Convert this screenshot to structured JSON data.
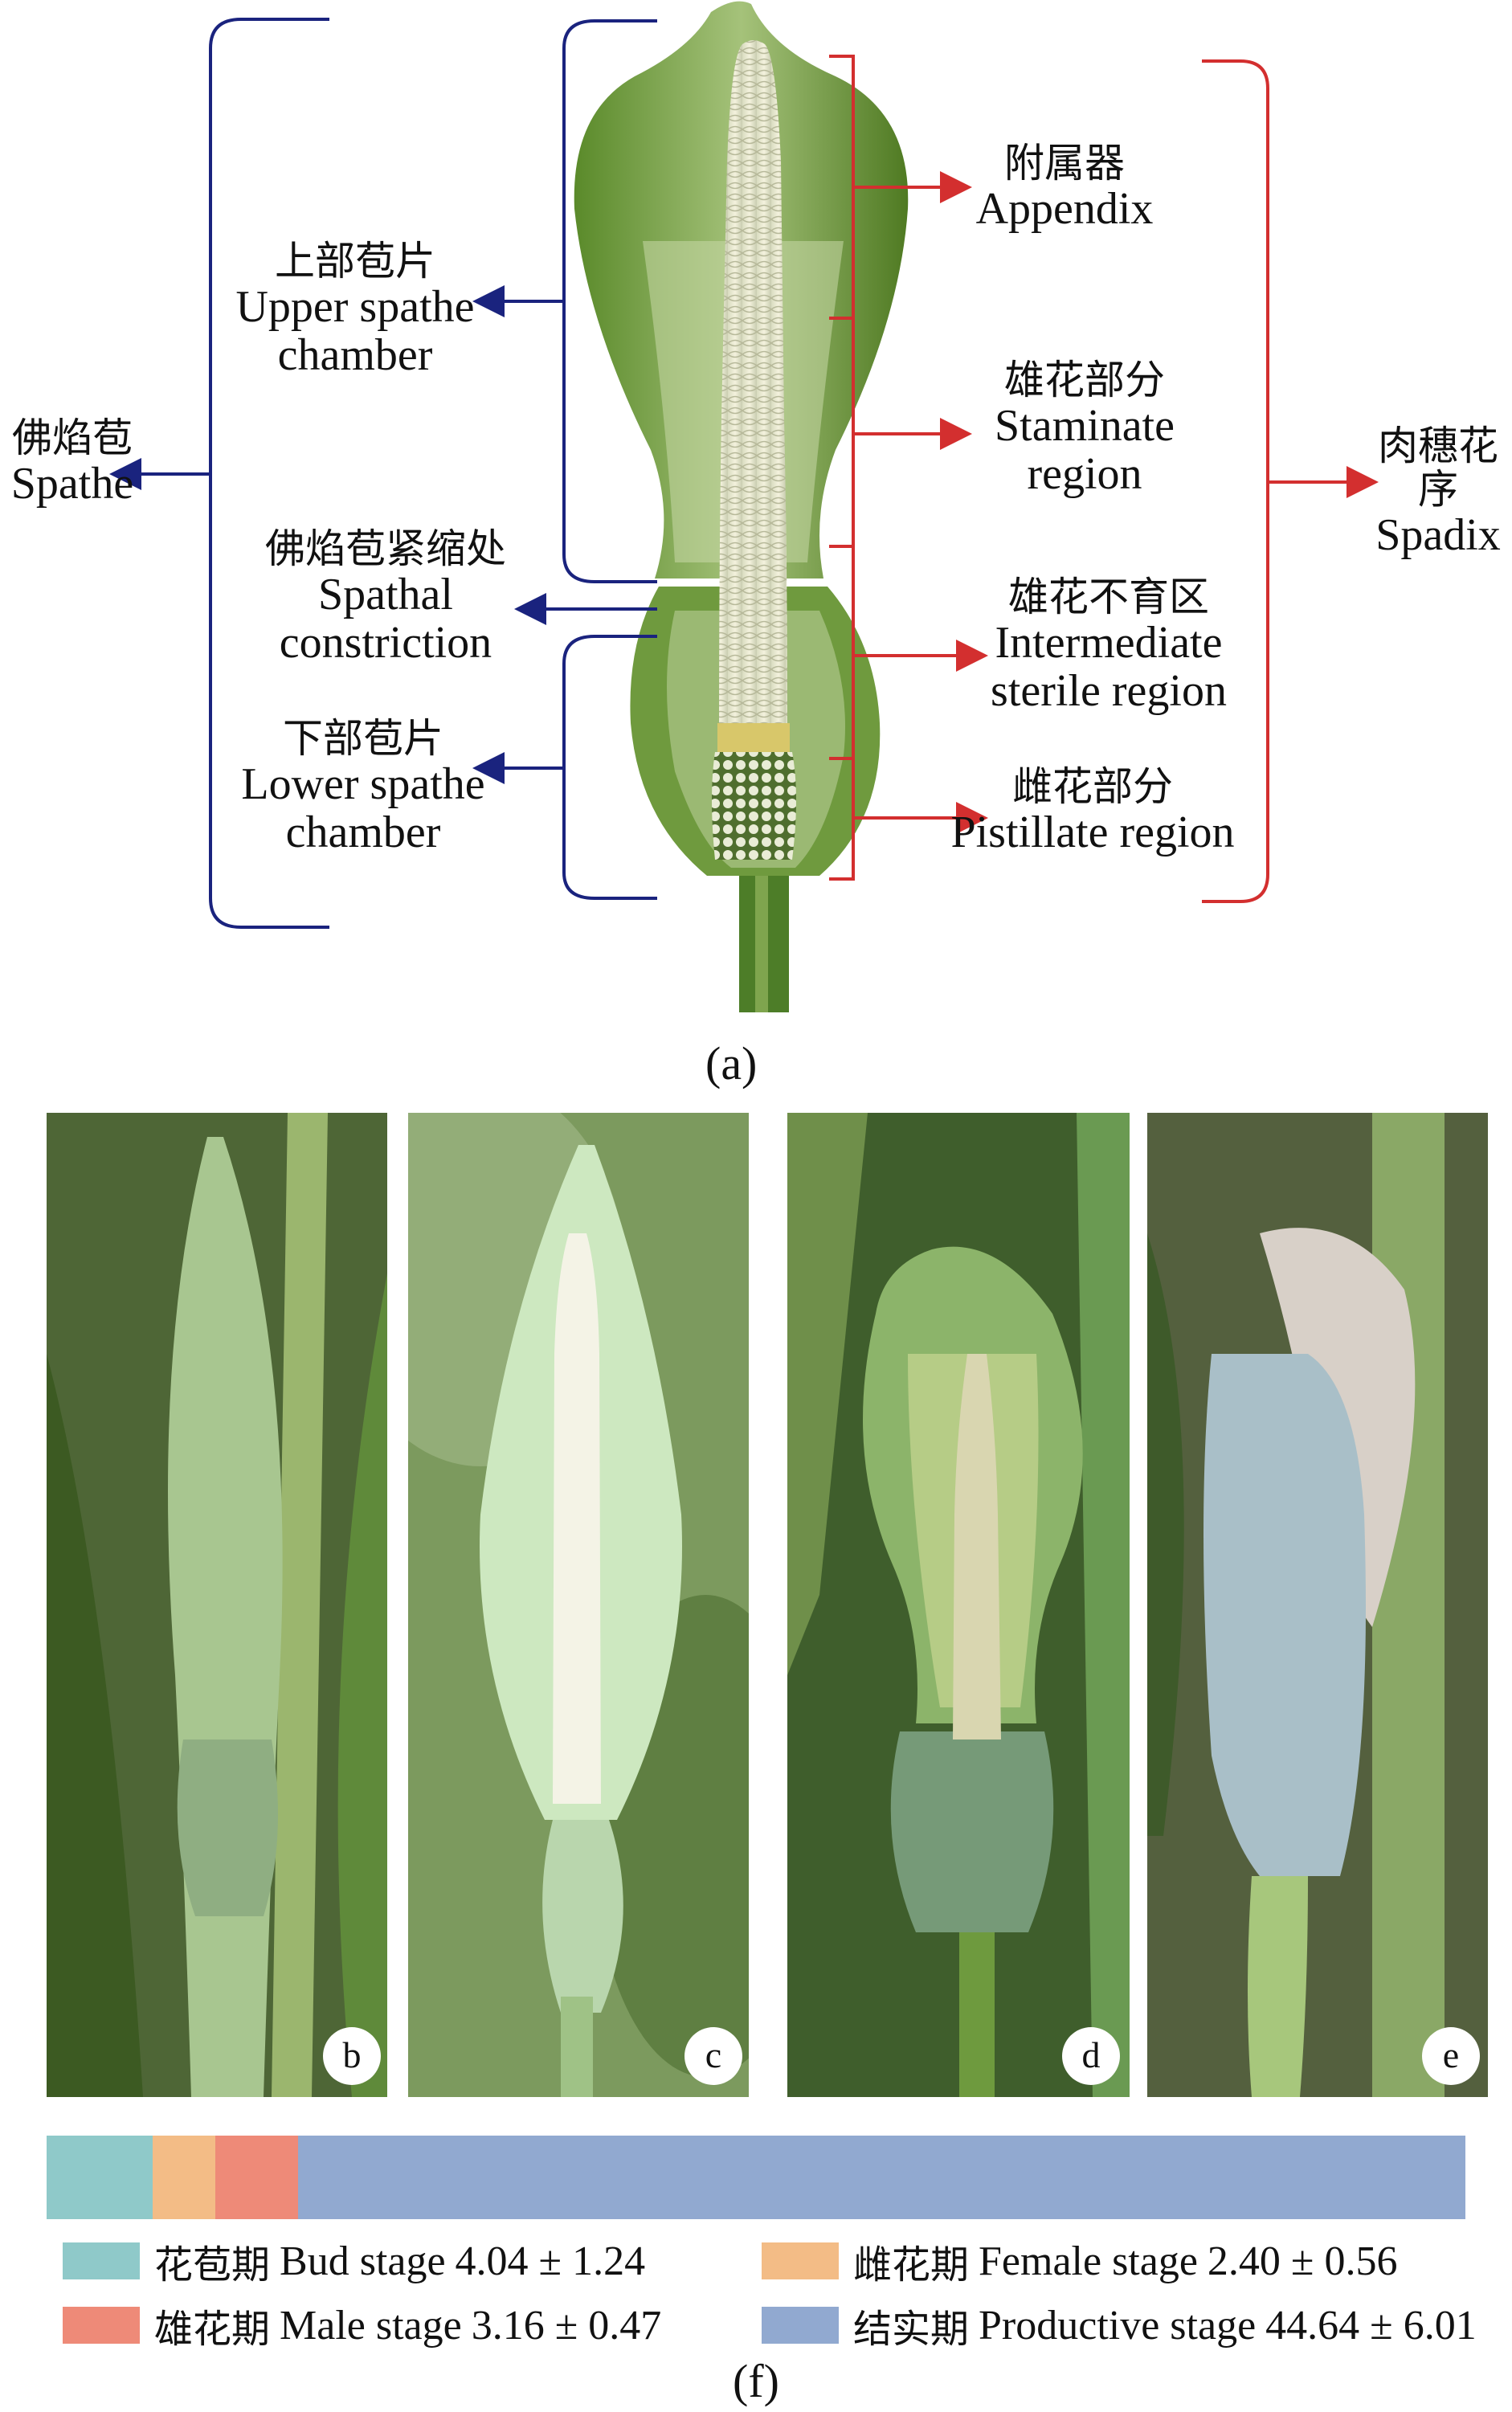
{
  "panel_a": {
    "caption": "(a)",
    "labels": {
      "spathe": {
        "zh": "佛焰苞",
        "en": "Spathe"
      },
      "upper_spathe": {
        "zh": "上部苞片",
        "en": "Upper spathe chamber"
      },
      "spathal_constriction": {
        "zh": "佛焰苞紧缩处",
        "en": "Spathal constriction"
      },
      "lower_spathe": {
        "zh": "下部苞片",
        "en": "Lower spathe chamber"
      },
      "appendix": {
        "zh": "附属器",
        "en": "Appendix"
      },
      "staminate": {
        "zh": "雄花部分",
        "en": "Staminate region"
      },
      "intermediate": {
        "zh": "雄花不育区",
        "en": "Intermediate sterile region"
      },
      "pistillate": {
        "zh": "雌花部分",
        "en": "Pistillate region"
      },
      "spadix": {
        "zh": "肉穗花序",
        "en": "Spadix"
      }
    },
    "colors": {
      "left_bracket": "#1a237e",
      "right_bracket": "#d32f2f"
    }
  },
  "photo_panels": [
    {
      "label": "b"
    },
    {
      "label": "c"
    },
    {
      "label": "d"
    },
    {
      "label": "e"
    }
  ],
  "stage_bar": {
    "caption": "(f)",
    "segments": [
      {
        "zh": "花苞期",
        "en": "Bud stage",
        "mean": 4.04,
        "sd": 1.24,
        "value_text": "4.04 ± 1.24",
        "color": "#8fc9c9"
      },
      {
        "zh": "雌花期",
        "en": "Female stage",
        "mean": 2.4,
        "sd": 0.56,
        "value_text": "2.40 ± 0.56",
        "color": "#f3bc86"
      },
      {
        "zh": "雄花期",
        "en": "Male stage",
        "mean": 3.16,
        "sd": 0.47,
        "value_text": "3.16 ± 0.47",
        "color": "#ee8a78"
      },
      {
        "zh": "结实期",
        "en": "Productive stage",
        "mean": 44.64,
        "sd": 6.01,
        "value_text": "44.64 ± 6.01",
        "color": "#91a9d0"
      }
    ]
  }
}
